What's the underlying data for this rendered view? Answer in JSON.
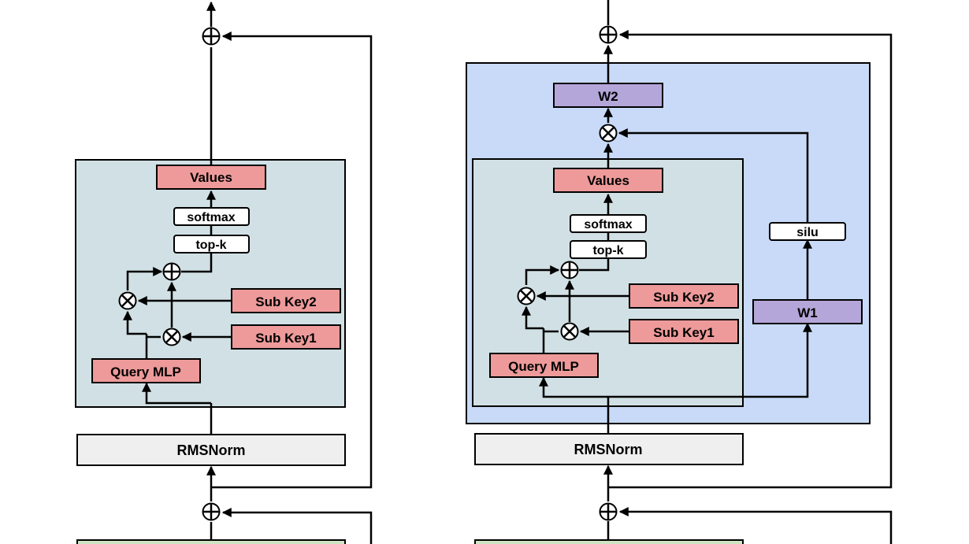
{
  "colors": {
    "memory_block": "#d1e0e4",
    "gated_block": "#c8daf7",
    "red_box": "#ee9a9a",
    "purple_box": "#b5a6d9",
    "norm_box": "#efefef",
    "green_box": "#cfe4c4",
    "white_box": "#ffffff"
  },
  "icons": {
    "add": "circle-plus-icon",
    "multiply": "circle-times-icon"
  },
  "left_diagram": {
    "values": "Values",
    "softmax": "softmax",
    "topk": "top-k",
    "sub_key2": "Sub Key2",
    "sub_key1": "Sub Key1",
    "query_mlp": "Query MLP",
    "rmsnorm": "RMSNorm"
  },
  "right_diagram": {
    "w2": "W2",
    "values": "Values",
    "softmax": "softmax",
    "topk": "top-k",
    "sub_key2": "Sub Key2",
    "sub_key1": "Sub Key1",
    "query_mlp": "Query MLP",
    "silu": "silu",
    "w1": "W1",
    "rmsnorm": "RMSNorm"
  }
}
